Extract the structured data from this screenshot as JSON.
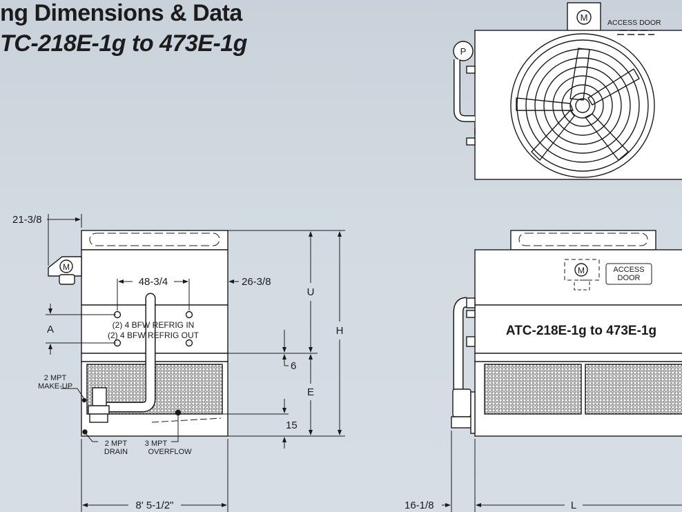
{
  "title": {
    "line1": "ng Dimensions & Data",
    "line2": "TC-218E-1g to 473E-1g"
  },
  "top_view": {
    "access_door": "ACCESS DOOR",
    "motor_symbol": "M",
    "pump_symbol": "P"
  },
  "left_view": {
    "dim_21_3_8": "21-3/8",
    "dim_48_3_4": "48-3/4",
    "dim_26_3_8": "26-3/8",
    "dim_U": "U",
    "dim_H": "H",
    "dim_A": "A",
    "dim_E": "E",
    "dim_6": "6",
    "dim_15": "15",
    "dim_width": "8' 5-1/2\"",
    "refrig_in": "(2) 4 BFW REFRIG IN",
    "refrig_out": "(2) 4 BFW REFRIG OUT",
    "makeup_1": "2 MPT",
    "makeup_2": "MAKE-UP",
    "drain_1": "2 MPT",
    "drain_2": "DRAIN",
    "overflow_1": "3 MPT",
    "overflow_2": "OVERFLOW",
    "motor_symbol": "M"
  },
  "right_view": {
    "model_label": "ATC-218E-1g to 473E-1g",
    "access_1": "ACCESS",
    "access_2": "DOOR",
    "dim_16_1_8": "16-1/8",
    "dim_L": "L",
    "motor_symbol": "M"
  }
}
